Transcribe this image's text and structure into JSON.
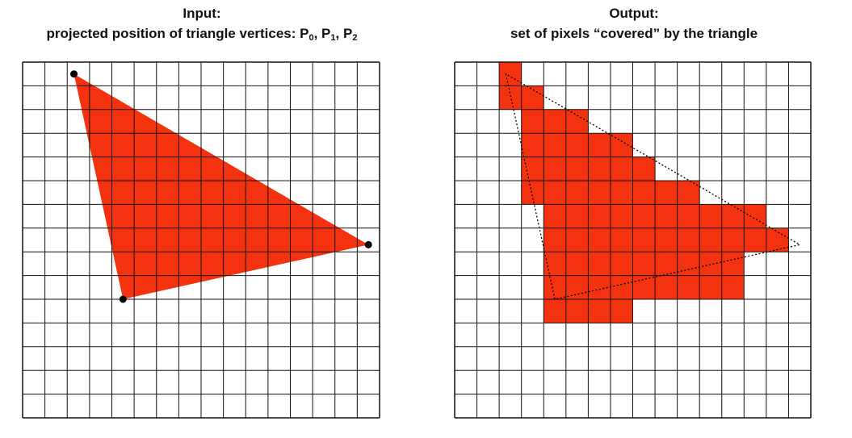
{
  "input_panel": {
    "heading": "Input:",
    "subheading": "projected position of triangle vertices: P",
    "vertex_labels": [
      {
        "prefix": "",
        "sub": "0"
      },
      {
        "prefix": ", P",
        "sub": "1"
      },
      {
        "prefix": ", P",
        "sub": "2"
      }
    ]
  },
  "output_panel": {
    "heading": "Output:",
    "subheading": "set of pixels “covered” by the triangle"
  },
  "grid": {
    "cols": 16,
    "rows": 15
  },
  "triangle_vertices_grid_units": [
    [
      2.3,
      0.5
    ],
    [
      4.5,
      10.0
    ],
    [
      15.5,
      7.7
    ]
  ],
  "covered_pixels": [
    [
      0,
      2
    ],
    [
      1,
      2
    ],
    [
      1,
      3
    ],
    [
      2,
      3
    ],
    [
      2,
      4
    ],
    [
      2,
      5
    ],
    [
      3,
      3
    ],
    [
      3,
      4
    ],
    [
      3,
      5
    ],
    [
      3,
      6
    ],
    [
      3,
      7
    ],
    [
      4,
      3
    ],
    [
      4,
      4
    ],
    [
      4,
      5
    ],
    [
      4,
      6
    ],
    [
      4,
      7
    ],
    [
      4,
      8
    ],
    [
      5,
      3
    ],
    [
      5,
      4
    ],
    [
      5,
      5
    ],
    [
      5,
      6
    ],
    [
      5,
      7
    ],
    [
      5,
      8
    ],
    [
      5,
      9
    ],
    [
      5,
      10
    ],
    [
      6,
      4
    ],
    [
      6,
      5
    ],
    [
      6,
      6
    ],
    [
      6,
      7
    ],
    [
      6,
      8
    ],
    [
      6,
      9
    ],
    [
      6,
      10
    ],
    [
      6,
      11
    ],
    [
      6,
      12
    ],
    [
      6,
      13
    ],
    [
      7,
      4
    ],
    [
      7,
      5
    ],
    [
      7,
      6
    ],
    [
      7,
      7
    ],
    [
      7,
      8
    ],
    [
      7,
      9
    ],
    [
      7,
      10
    ],
    [
      7,
      11
    ],
    [
      7,
      12
    ],
    [
      7,
      13
    ],
    [
      7,
      14
    ],
    [
      8,
      4
    ],
    [
      8,
      5
    ],
    [
      8,
      6
    ],
    [
      8,
      7
    ],
    [
      8,
      8
    ],
    [
      8,
      9
    ],
    [
      8,
      10
    ],
    [
      8,
      11
    ],
    [
      8,
      12
    ],
    [
      9,
      4
    ],
    [
      9,
      5
    ],
    [
      9,
      6
    ],
    [
      9,
      7
    ],
    [
      9,
      8
    ],
    [
      9,
      9
    ],
    [
      9,
      10
    ],
    [
      9,
      11
    ],
    [
      9,
      12
    ],
    [
      10,
      4
    ],
    [
      10,
      5
    ],
    [
      10,
      6
    ],
    [
      10,
      7
    ]
  ],
  "colors": {
    "fill": "#f5320f",
    "grid": "#111111",
    "vertex": "#000000",
    "background": "#ffffff"
  }
}
